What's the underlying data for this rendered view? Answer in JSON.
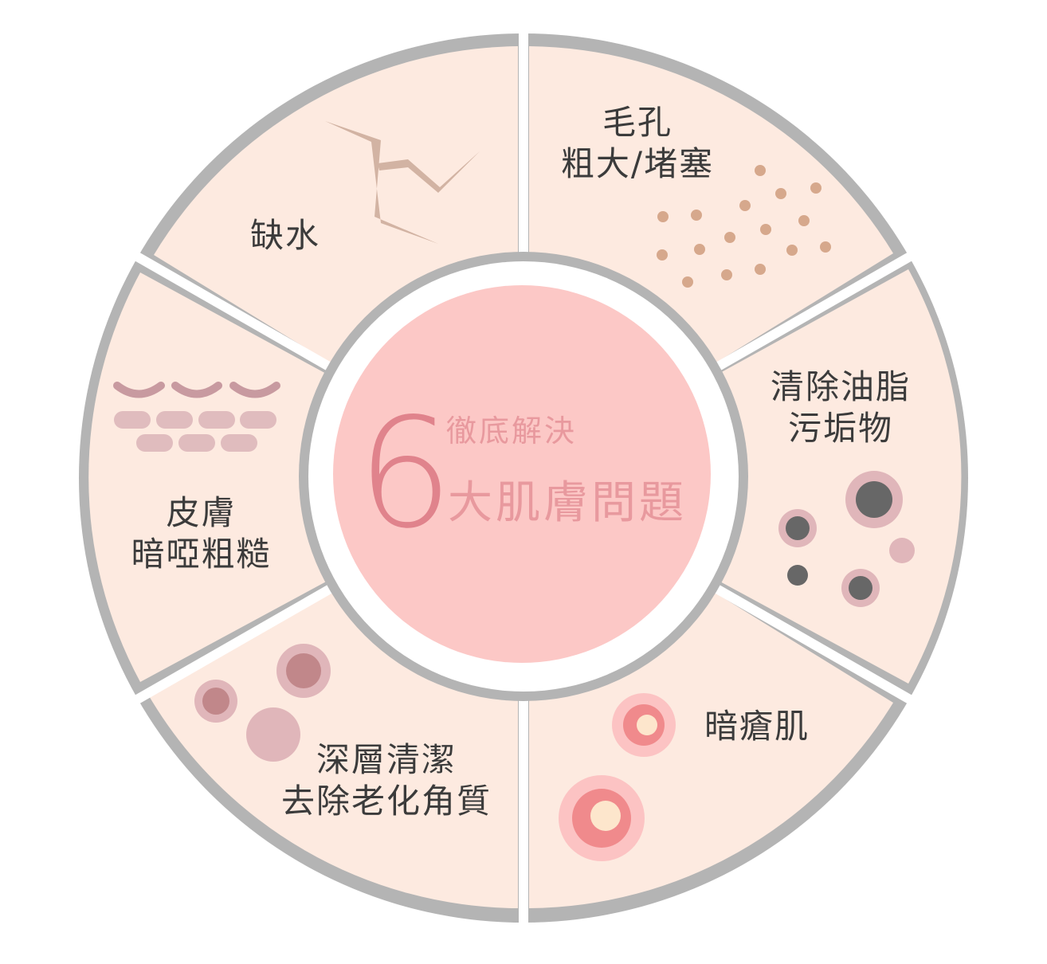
{
  "center": {
    "subtitle": "徹底解決",
    "number": "6",
    "title": "大肌膚問題"
  },
  "segments": [
    {
      "id": "pores",
      "lines": [
        "毛孔",
        "粗大/堵塞"
      ],
      "icon": "dots-icon"
    },
    {
      "id": "oil",
      "lines": [
        "清除油脂",
        "污垢物"
      ],
      "icon": "blackheads-icon"
    },
    {
      "id": "acne",
      "lines": [
        "暗瘡肌"
      ],
      "icon": "pimple-icon"
    },
    {
      "id": "deep",
      "lines": [
        "深層清潔",
        "去除老化角質"
      ],
      "icon": "dead-skin-icon"
    },
    {
      "id": "rough",
      "lines": [
        "皮膚",
        "暗啞粗糙"
      ],
      "icon": "skin-layers-icon"
    },
    {
      "id": "dry",
      "lines": [
        "缺水"
      ],
      "icon": "crack-icon"
    }
  ],
  "colors": {
    "segment_fill": "#fdeae0",
    "ring_gray": "#b4b4b4",
    "center_fill": "#fcc8c6",
    "center_text": "#e8999e",
    "dot_brown": "#d6a88c",
    "crack": "#d2b3a3",
    "mauve": "#c89aa0"
  }
}
